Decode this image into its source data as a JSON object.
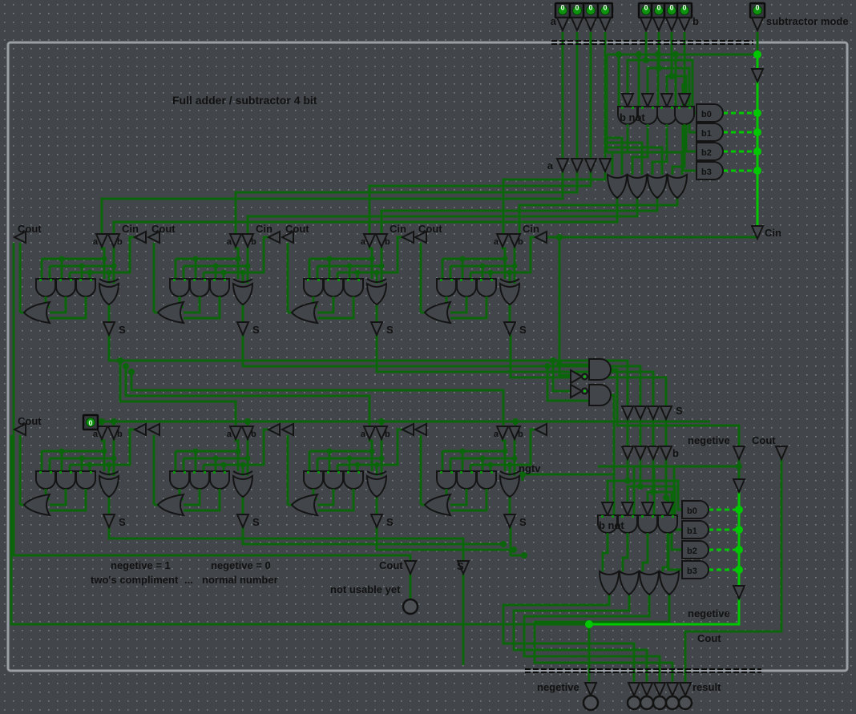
{
  "window": {
    "title": "Full adder / subtractor 4 bit"
  },
  "inputs": {
    "a_label": "a",
    "b_label": "b",
    "mode_label": "subtractor mode",
    "a_values": [
      "0",
      "0",
      "0",
      "0"
    ],
    "b_values": [
      "0",
      "0",
      "0",
      "0"
    ],
    "mode_value": "0",
    "carry_in_value": "0"
  },
  "labels": {
    "cout": "Cout",
    "cin": "Cin",
    "sum": "S",
    "a": "a",
    "b": "b",
    "b_not": "b not",
    "b0": "b0",
    "b1": "b1",
    "b2": "b2",
    "b3": "b3",
    "ngtv": "ngtv",
    "negetive": "negetive",
    "result": "result",
    "not_usable": "not usable yet",
    "note1_line1": "negetive = 1",
    "note1_line2": "two's compliment",
    "note_dots": "...",
    "note2_line1": "negetive = 0",
    "note2_line2": "normal number"
  },
  "outputs": {
    "negetive_label": "negetive",
    "result_label": "result"
  },
  "colors": {
    "background": "#42464a",
    "grid_dot": "#787d82",
    "frame": "#9aa0a5",
    "wire_off": "#0b660b",
    "wire_on": "#00c800",
    "gate_outline": "#141414",
    "text": "#111111",
    "switch_green": "#0e930e"
  }
}
